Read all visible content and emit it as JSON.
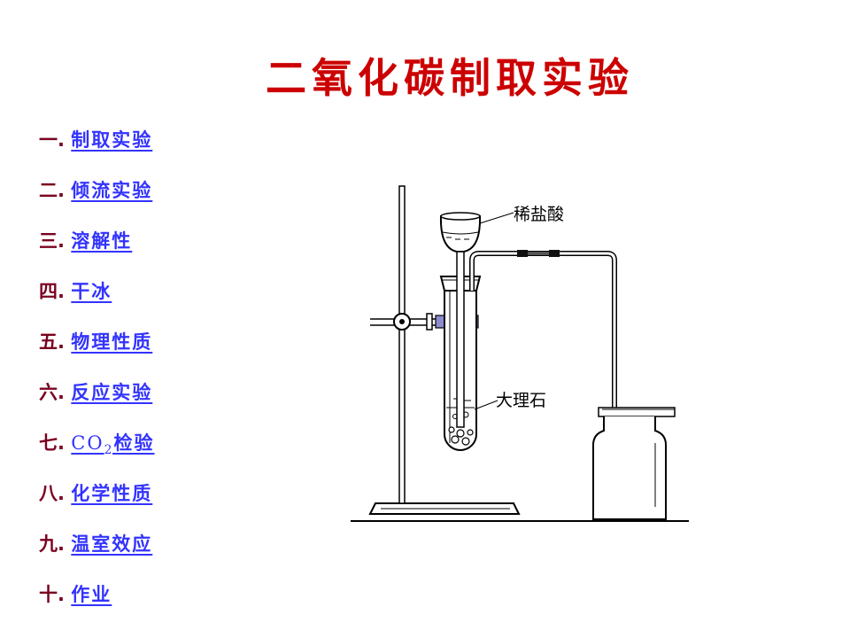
{
  "title": "二氧化碳制取实验",
  "menu": [
    {
      "num": "一.",
      "label": "制取实验"
    },
    {
      "num": "二.",
      "label": "倾流实验"
    },
    {
      "num": "三.",
      "label": "溶解性"
    },
    {
      "num": "四.",
      "label": "干冰"
    },
    {
      "num": "五.",
      "label": "物理性质"
    },
    {
      "num": "六.",
      "label": "反应实验"
    },
    {
      "num": "七.",
      "label_prefix": "CO",
      "label_sub": "2",
      "label_suffix": "检验"
    },
    {
      "num": "八.",
      "label": "化学性质"
    },
    {
      "num": "九.",
      "label": "温室效应"
    },
    {
      "num": "十.",
      "label": "作业"
    }
  ],
  "diagram": {
    "labels": {
      "acid": "稀盐酸",
      "marble": "大理石"
    }
  },
  "colors": {
    "title": "#cc0000",
    "number": "#7a0020",
    "link": "#3333ff"
  }
}
